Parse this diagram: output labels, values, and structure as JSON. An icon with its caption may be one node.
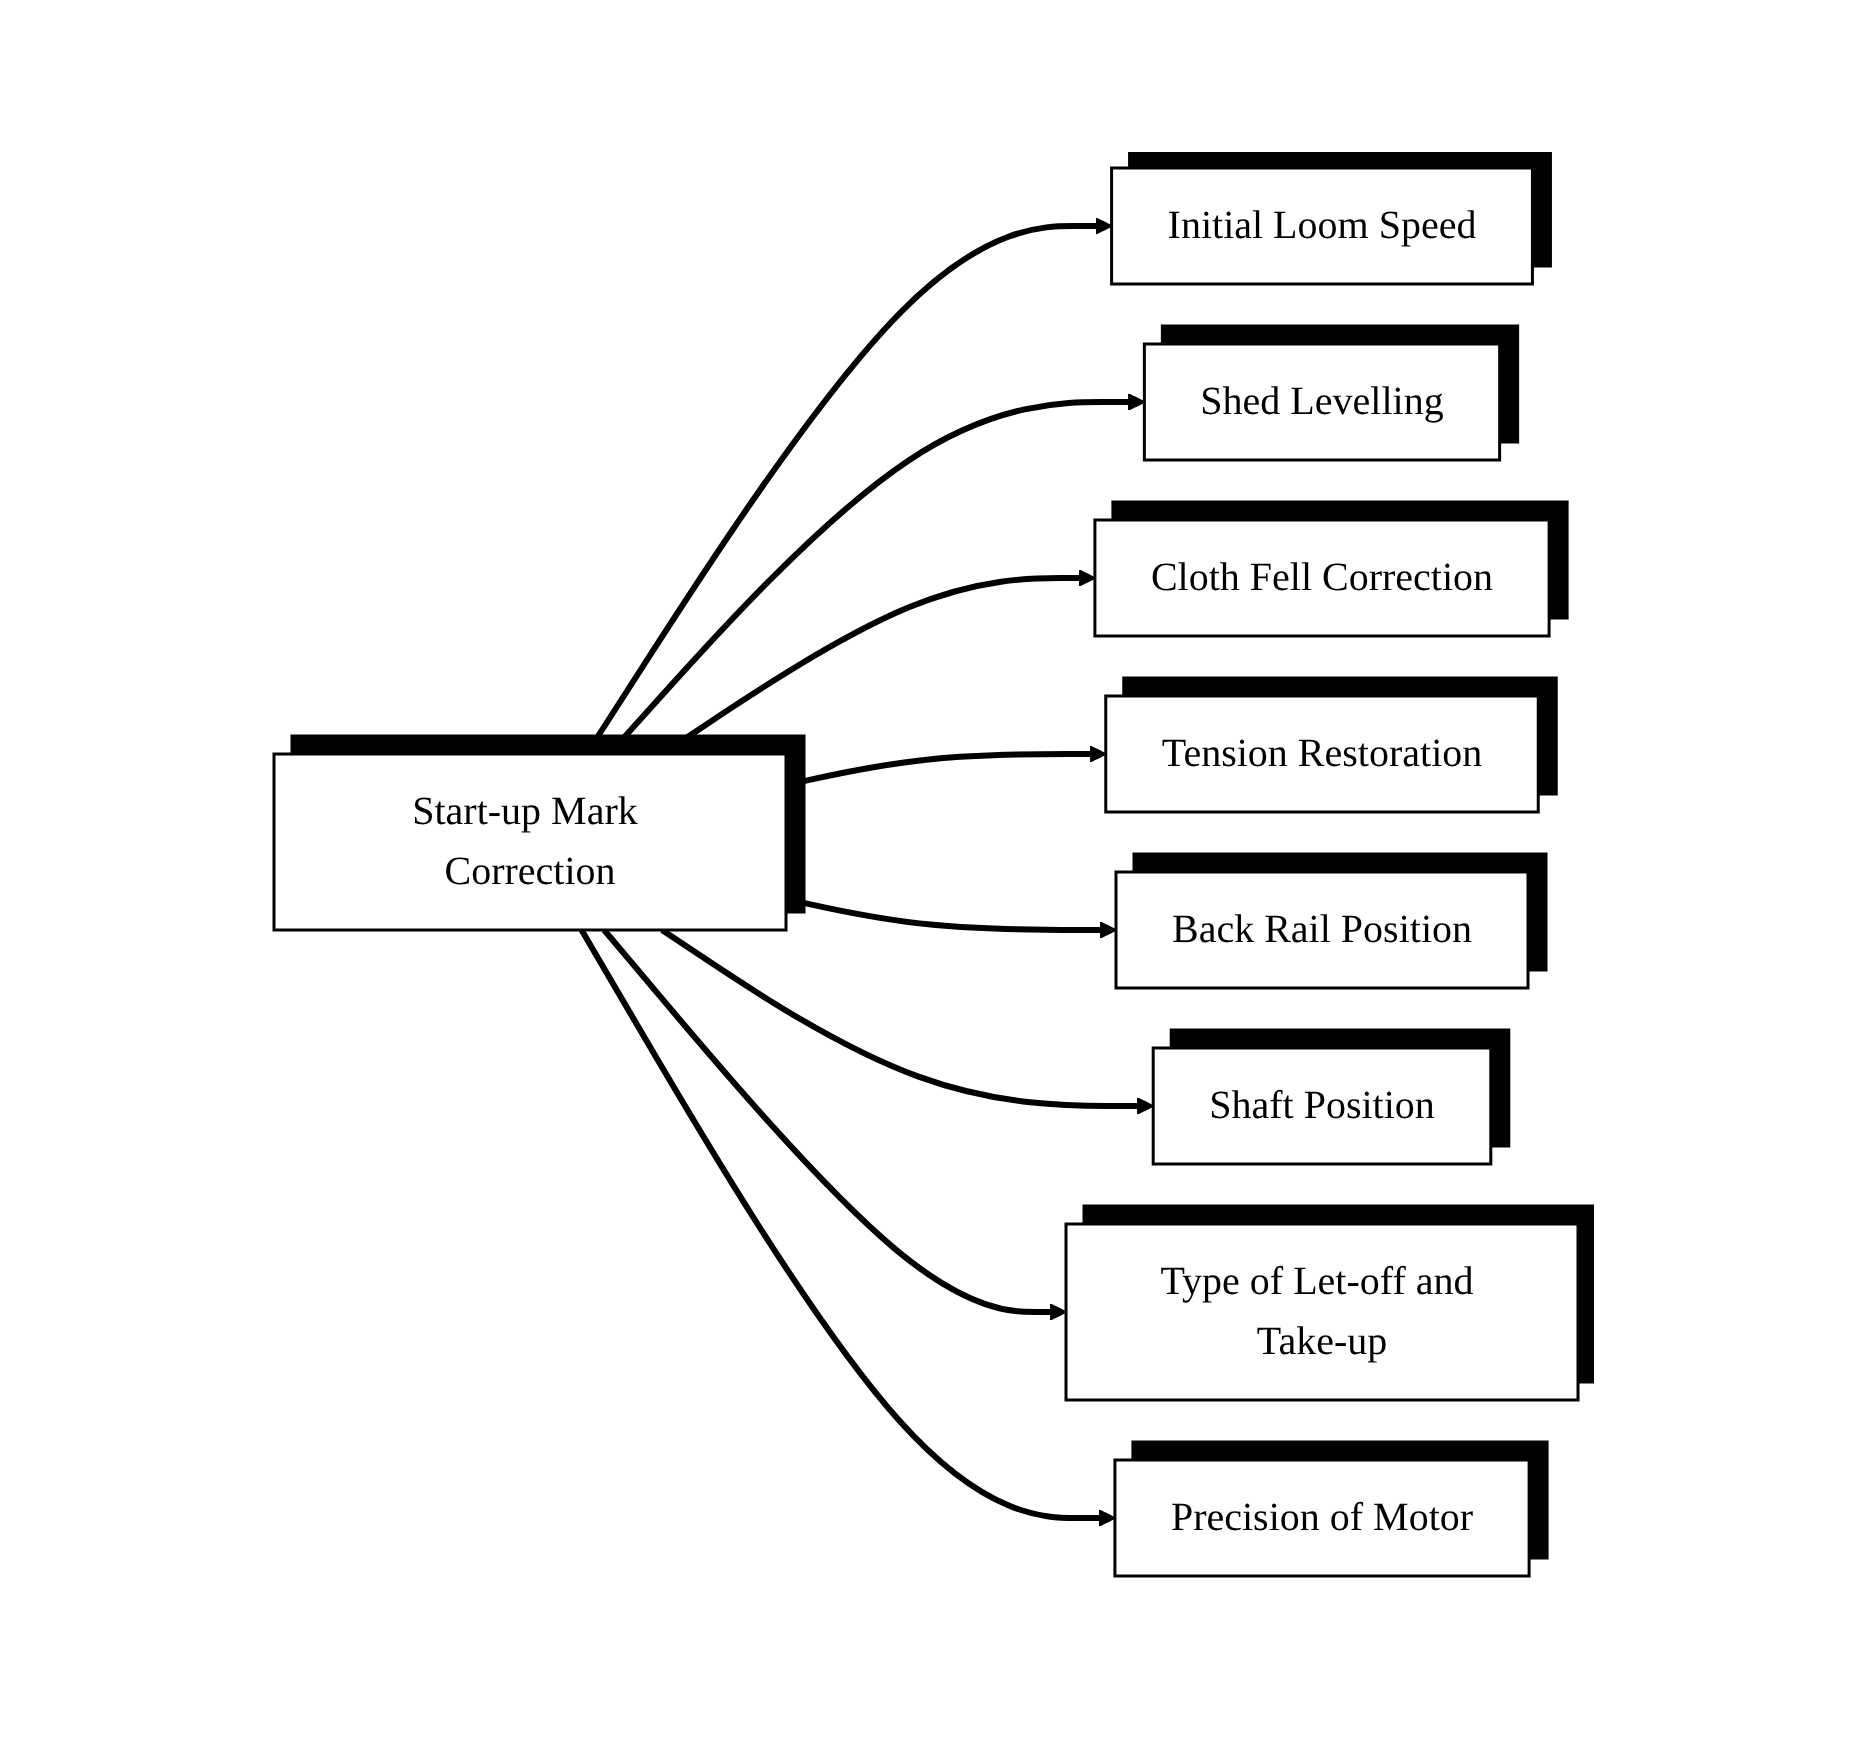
{
  "diagram": {
    "nodes": [
      {
        "text": [
          "Start-up Mark Correction"
        ]
      },
      {
        "text": [
          "Initial Loom Speed"
        ]
      },
      {
        "text": [
          "Shed Levelling"
        ]
      },
      {
        "text": [
          "Cloth Fell Correction"
        ]
      },
      {
        "text": [
          "Tension Restoration"
        ]
      },
      {
        "text": [
          "Back Rail Position"
        ]
      },
      {
        "text": [
          "Shaft Position"
        ]
      },
      {
        "text": [
          "Type of Let-off and Take-up"
        ]
      },
      {
        "text": [
          "Precision of Motor"
        ]
      }
    ],
    "edges": [
      {
        "from": 0,
        "to": 1,
        "arrow": "to"
      },
      {
        "from": 0,
        "to": 2,
        "arrow": "to"
      },
      {
        "from": 0,
        "to": 3,
        "arrow": "to"
      },
      {
        "from": 0,
        "to": 4,
        "arrow": "to"
      },
      {
        "from": 0,
        "to": 5,
        "arrow": "to"
      },
      {
        "from": 0,
        "to": 6,
        "arrow": "to"
      },
      {
        "from": 0,
        "to": 7,
        "arrow": "to"
      },
      {
        "from": 0,
        "to": 8,
        "arrow": "to"
      }
    ]
  }
}
